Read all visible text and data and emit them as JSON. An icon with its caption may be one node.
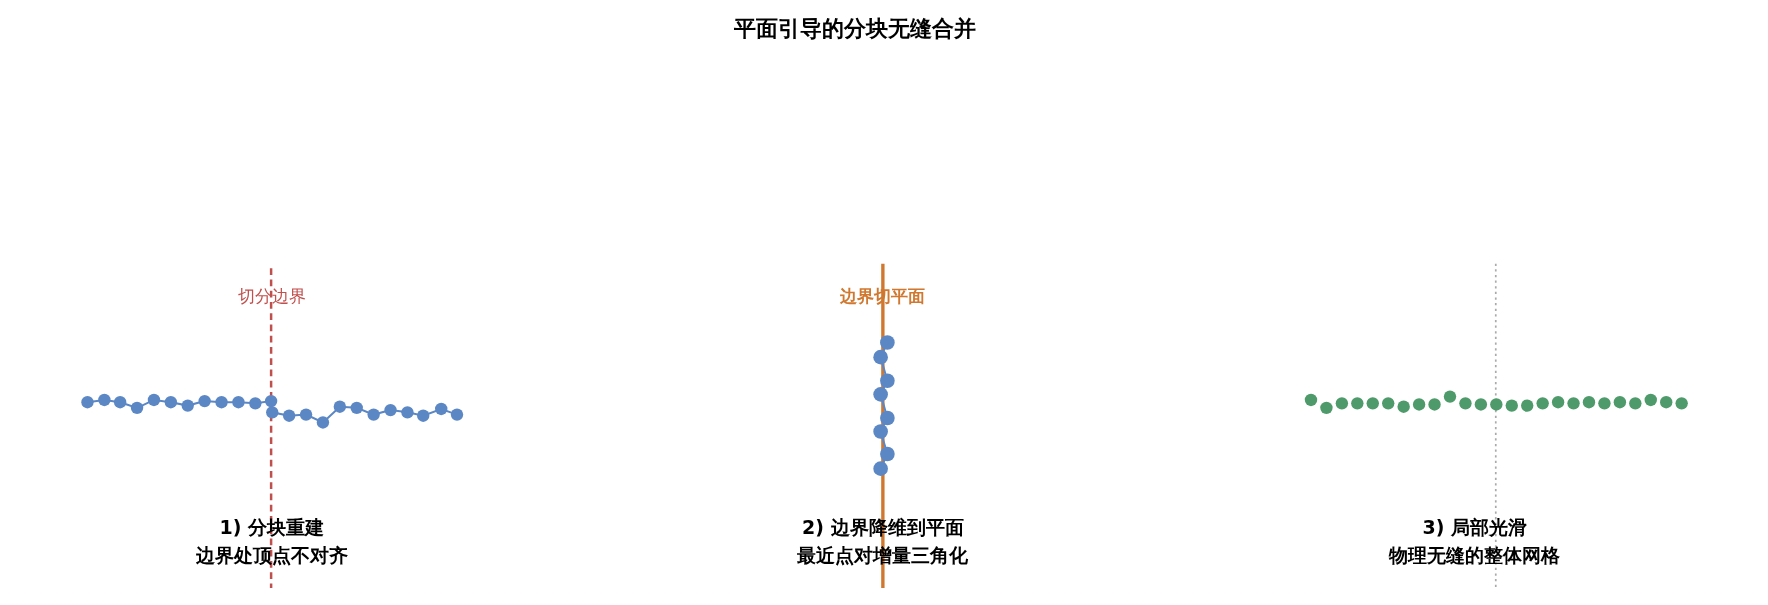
{
  "diagram": {
    "title": "平面引导的分块无缝合并",
    "labels": [
      "切分边界",
      "边界切平面",
      "1) 分块重建",
      "边界处顶点不对齐",
      "2) 边界降维到平面",
      "最近点对增量三角化",
      "3) 局部光滑",
      "物理无缝的整体网格"
    ]
  }
}
